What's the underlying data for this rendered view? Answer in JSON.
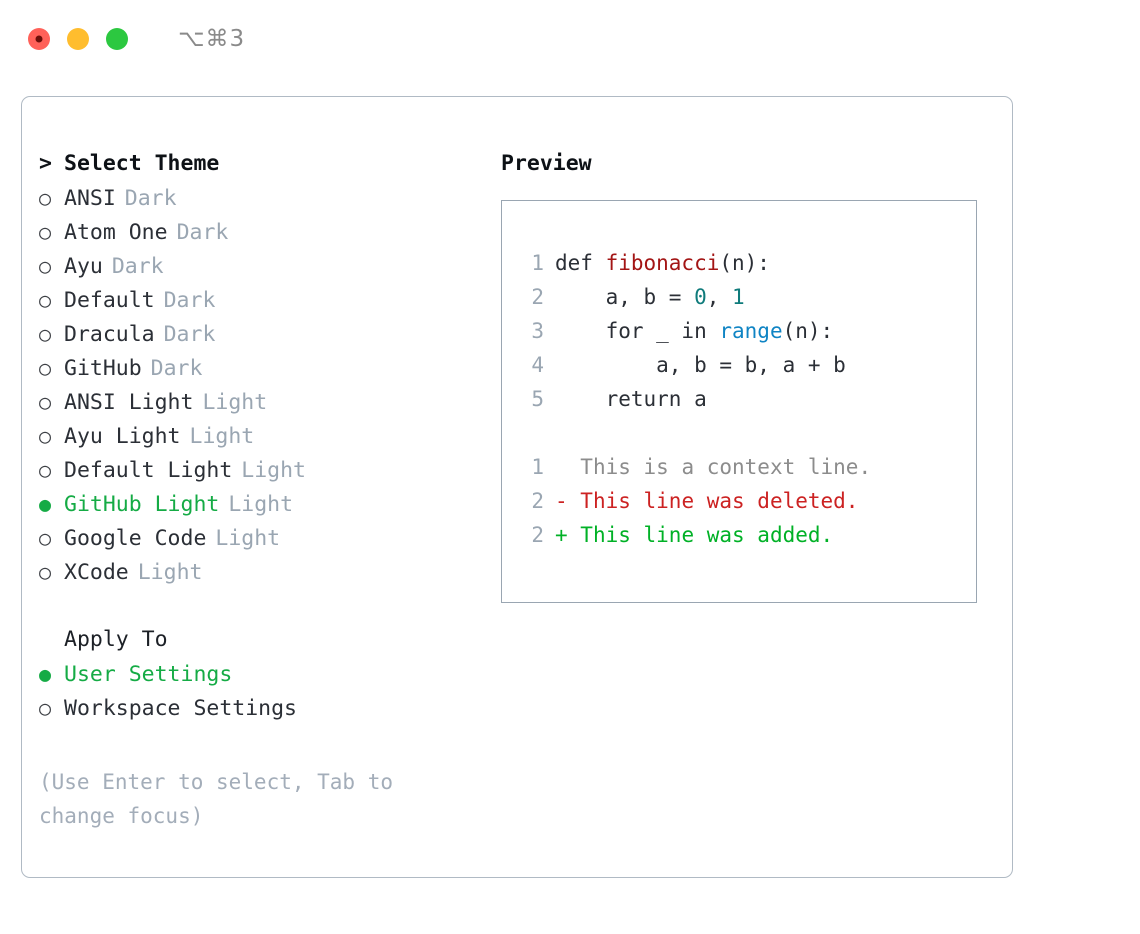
{
  "titlebar": {
    "shortcut": "⌥⌘3",
    "buttons": {
      "close": "close-button",
      "minimize": "minimize-button",
      "maximize": "maximize-button"
    }
  },
  "theme_list": {
    "header_marker": ">",
    "header": "Select Theme",
    "items": [
      {
        "marker": "○",
        "name": "ANSI",
        "variant": "Dark",
        "selected": false
      },
      {
        "marker": "○",
        "name": "Atom One",
        "variant": "Dark",
        "selected": false
      },
      {
        "marker": "○",
        "name": "Ayu",
        "variant": "Dark",
        "selected": false
      },
      {
        "marker": "○",
        "name": "Default",
        "variant": "Dark",
        "selected": false
      },
      {
        "marker": "○",
        "name": "Dracula",
        "variant": "Dark",
        "selected": false
      },
      {
        "marker": "○",
        "name": "GitHub",
        "variant": "Dark",
        "selected": false
      },
      {
        "marker": "○",
        "name": "ANSI Light",
        "variant": "Light",
        "selected": false
      },
      {
        "marker": "○",
        "name": "Ayu Light",
        "variant": "Light",
        "selected": false
      },
      {
        "marker": "○",
        "name": "Default Light",
        "variant": "Light",
        "selected": false
      },
      {
        "marker": "●",
        "name": "GitHub Light",
        "variant": "Light",
        "selected": true
      },
      {
        "marker": "○",
        "name": "Google Code",
        "variant": "Light",
        "selected": false
      },
      {
        "marker": "○",
        "name": "XCode",
        "variant": "Light",
        "selected": false
      }
    ]
  },
  "apply_to": {
    "header": "Apply To",
    "options": [
      {
        "marker": "●",
        "label": "User Settings",
        "selected": true
      },
      {
        "marker": "○",
        "label": "Workspace Settings",
        "selected": false
      }
    ]
  },
  "hint": "(Use Enter to select, Tab to change focus)",
  "preview": {
    "title": "Preview",
    "code_lines": [
      {
        "lineno": "1",
        "segments": [
          {
            "text": "def ",
            "token": "plain"
          },
          {
            "text": "fibonacci",
            "token": "fn"
          },
          {
            "text": "(n):",
            "token": "plain"
          }
        ]
      },
      {
        "lineno": "2",
        "segments": [
          {
            "text": "    a, b = ",
            "token": "plain"
          },
          {
            "text": "0",
            "token": "num"
          },
          {
            "text": ", ",
            "token": "plain"
          },
          {
            "text": "1",
            "token": "num"
          }
        ]
      },
      {
        "lineno": "3",
        "segments": [
          {
            "text": "    for _ in ",
            "token": "plain"
          },
          {
            "text": "range",
            "token": "call"
          },
          {
            "text": "(n):",
            "token": "plain"
          }
        ]
      },
      {
        "lineno": "4",
        "segments": [
          {
            "text": "        a, b = b, a + b",
            "token": "plain"
          }
        ]
      },
      {
        "lineno": "5",
        "segments": [
          {
            "text": "    return a",
            "token": "plain"
          }
        ]
      }
    ],
    "diff_lines": [
      {
        "lineno": "1",
        "sign": " ",
        "text": " This is a context line.",
        "kind": "ctx"
      },
      {
        "lineno": "2",
        "sign": "-",
        "text": " This line was deleted.",
        "kind": "del"
      },
      {
        "lineno": "2",
        "sign": "+",
        "text": " This line was added.",
        "kind": "add"
      }
    ]
  },
  "colors": {
    "accent_green": "#15ab45",
    "diff_add": "#00b126",
    "diff_del": "#cc2222",
    "function": "#a31515",
    "number": "#0f7b7b",
    "call": "#0f84c4",
    "muted": "#9aa6b2",
    "border": "#b0bac4"
  }
}
